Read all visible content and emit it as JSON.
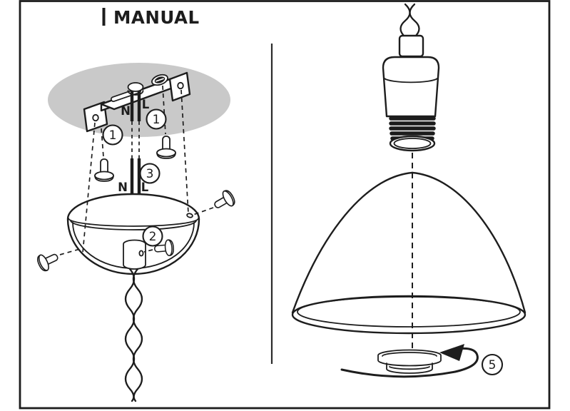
{
  "title": "MANUAL",
  "colors": {
    "line": "#1d1d1d",
    "ceiling": "#c9c9c9",
    "divider": "#2b2b2b",
    "background": "#ffffff"
  },
  "left_panel": {
    "wire_labels": {
      "top_neutral": "N",
      "top_live": "L",
      "bottom_neutral": "N",
      "bottom_live": "L"
    },
    "steps": {
      "bracket_screw_left": "1",
      "bracket_screw_right": "1",
      "canopy_screw": "2",
      "wires": "3"
    }
  },
  "right_panel": {
    "steps": {
      "shade_ring": "5"
    }
  }
}
